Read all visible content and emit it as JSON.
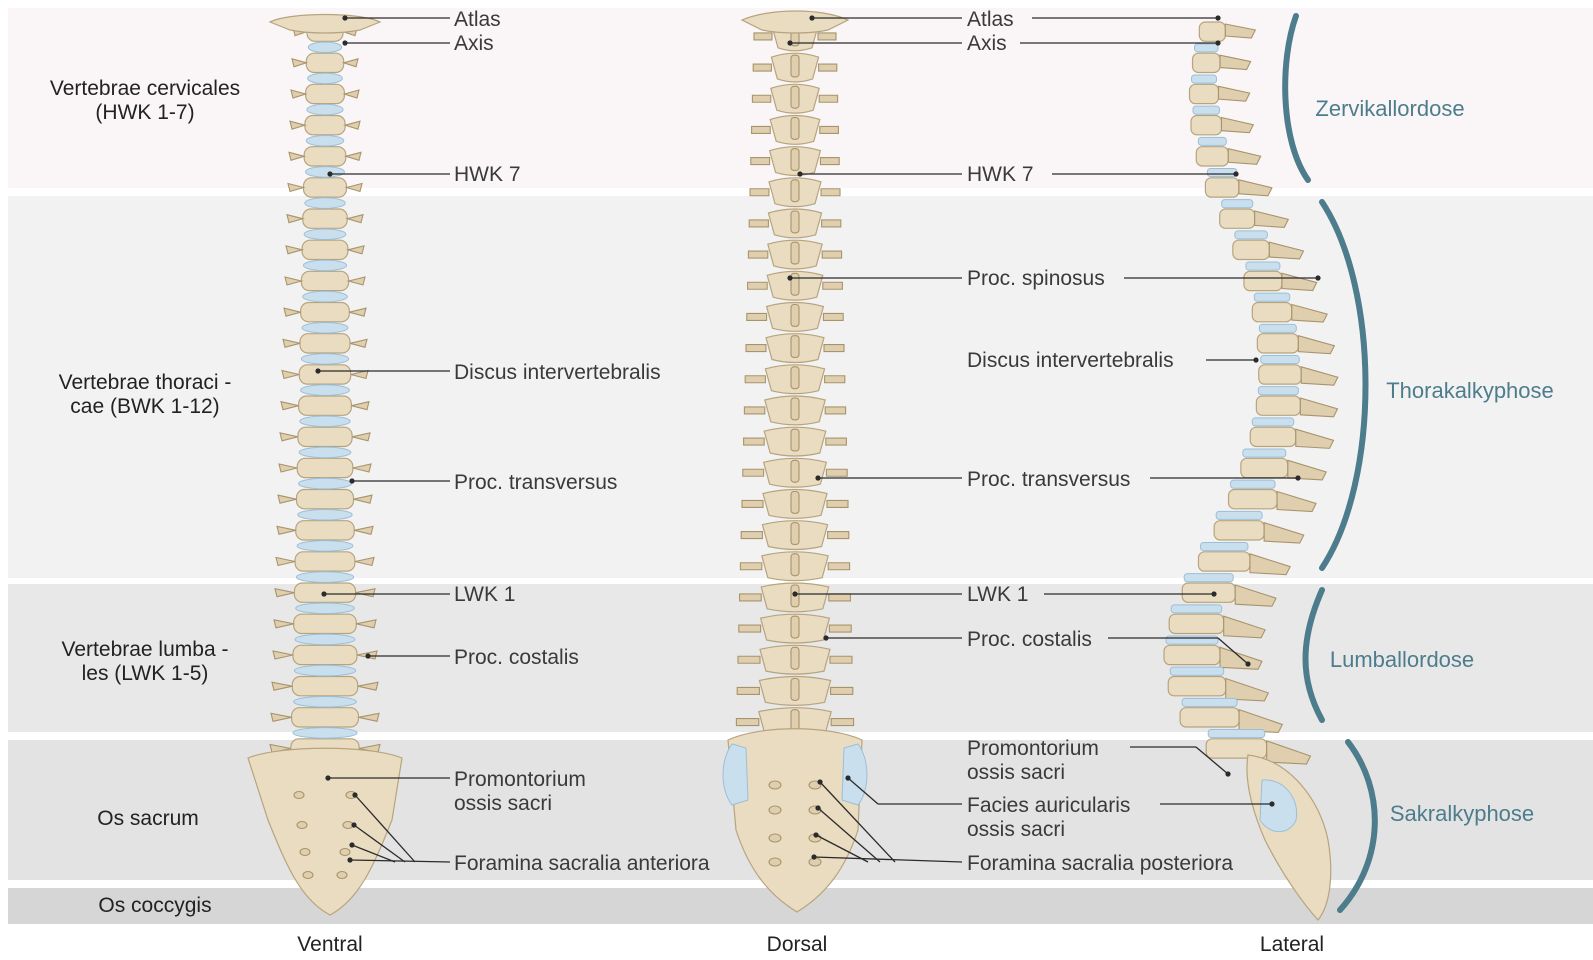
{
  "regions": [
    {
      "id": "cervical",
      "lines": [
        "Vertebrae cervicales",
        "(HWK 1-7)"
      ]
    },
    {
      "id": "thoracic",
      "lines": [
        "Vertebrae thoraci -",
        "cae (BWK 1-12)"
      ]
    },
    {
      "id": "lumbar",
      "lines": [
        "Vertebrae lumba -",
        "les (LWK 1-5)"
      ]
    },
    {
      "id": "sacrum",
      "lines": [
        "Os sacrum"
      ]
    },
    {
      "id": "coccyx",
      "lines": [
        "Os coccygis"
      ]
    }
  ],
  "views": {
    "ventral": "Ventral",
    "dorsal": "Dorsal",
    "lateral": "Lateral"
  },
  "ventral_labels": [
    {
      "id": "atlas",
      "lines": [
        "Atlas"
      ]
    },
    {
      "id": "axis",
      "lines": [
        "Axis"
      ]
    },
    {
      "id": "hwk7",
      "lines": [
        "HWK 7"
      ]
    },
    {
      "id": "discus",
      "lines": [
        "Discus intervertebralis"
      ]
    },
    {
      "id": "proc-transversus",
      "lines": [
        "Proc. transversus"
      ]
    },
    {
      "id": "lwk1",
      "lines": [
        "LWK 1"
      ]
    },
    {
      "id": "proc-costalis",
      "lines": [
        "Proc. costalis"
      ]
    },
    {
      "id": "promontorium",
      "lines": [
        "Promontorium",
        "ossis sacri"
      ]
    },
    {
      "id": "foramina-anteriora",
      "lines": [
        "Foramina sacralia anteriora"
      ]
    }
  ],
  "dorsal_labels": [
    {
      "id": "atlas",
      "lines": [
        "Atlas"
      ]
    },
    {
      "id": "axis",
      "lines": [
        "Axis"
      ]
    },
    {
      "id": "hwk7",
      "lines": [
        "HWK 7"
      ]
    },
    {
      "id": "proc-spinosus",
      "lines": [
        "Proc. spinosus"
      ]
    },
    {
      "id": "discus",
      "lines": [
        "Discus intervertebralis"
      ]
    },
    {
      "id": "proc-transversus",
      "lines": [
        "Proc. transversus"
      ]
    },
    {
      "id": "lwk1",
      "lines": [
        "LWK 1"
      ]
    },
    {
      "id": "proc-costalis",
      "lines": [
        "Proc. costalis"
      ]
    },
    {
      "id": "promontorium",
      "lines": [
        "Promontorium",
        "ossis sacri"
      ]
    },
    {
      "id": "facies-auricularis",
      "lines": [
        "Facies auricularis",
        "ossis sacri"
      ]
    },
    {
      "id": "foramina-posteriora",
      "lines": [
        "Foramina sacralia posteriora"
      ]
    }
  ],
  "curvatures": [
    {
      "id": "zervikallordose",
      "label": "Zervikallordose"
    },
    {
      "id": "thorakalkyphose",
      "label": "Thorakalkyphose"
    },
    {
      "id": "lumballordose",
      "label": "Lumballordose"
    },
    {
      "id": "sakralkyphose",
      "label": "Sakralkyphose"
    }
  ],
  "colors": {
    "band_cervical": "#faf6f7",
    "band_thoracic": "#f3f2f3",
    "band_lumbar": "#e8e8e8",
    "band_sacral": "#e3e3e3",
    "band_coccyx": "#d6d6d6",
    "bone": "#e9dcc0",
    "disc": "#c9dfee",
    "curvature": "#4d7d8c"
  }
}
